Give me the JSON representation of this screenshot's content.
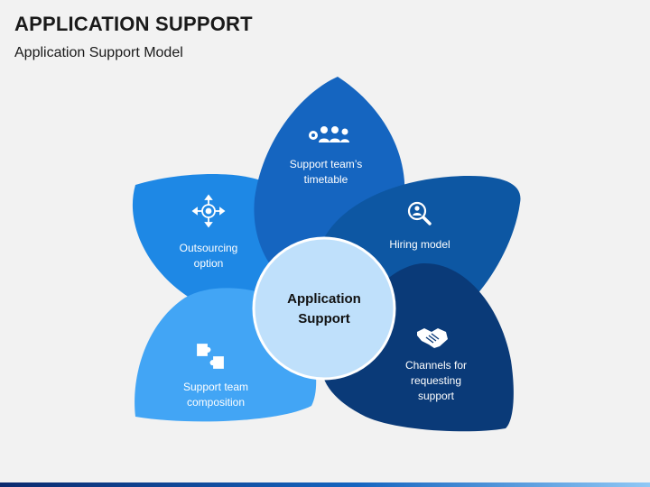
{
  "header": {
    "title": "APPLICATION SUPPORT",
    "subtitle": "Application Support Model"
  },
  "center": {
    "line1": "Application",
    "line2": "Support",
    "color": "#bfe0fb"
  },
  "petals": [
    {
      "id": "outsourcing",
      "lines": [
        "Outsourcing",
        "option"
      ],
      "icon": "network-hub-icon",
      "color": "#1e88e5"
    },
    {
      "id": "timetable",
      "lines": [
        "Support team’s",
        "timetable"
      ],
      "icon": "team-gears-icon",
      "color": "#1565c0"
    },
    {
      "id": "hiring",
      "lines": [
        "Hiring model"
      ],
      "icon": "search-person-icon",
      "color": "#0d57a3"
    },
    {
      "id": "channels",
      "lines": [
        "Channels for",
        "requesting",
        "support"
      ],
      "icon": "handshake-icon",
      "color": "#0a3a78"
    },
    {
      "id": "composition",
      "lines": [
        "Support team",
        "composition"
      ],
      "icon": "puzzle-hands-icon",
      "color": "#42a5f5"
    }
  ]
}
